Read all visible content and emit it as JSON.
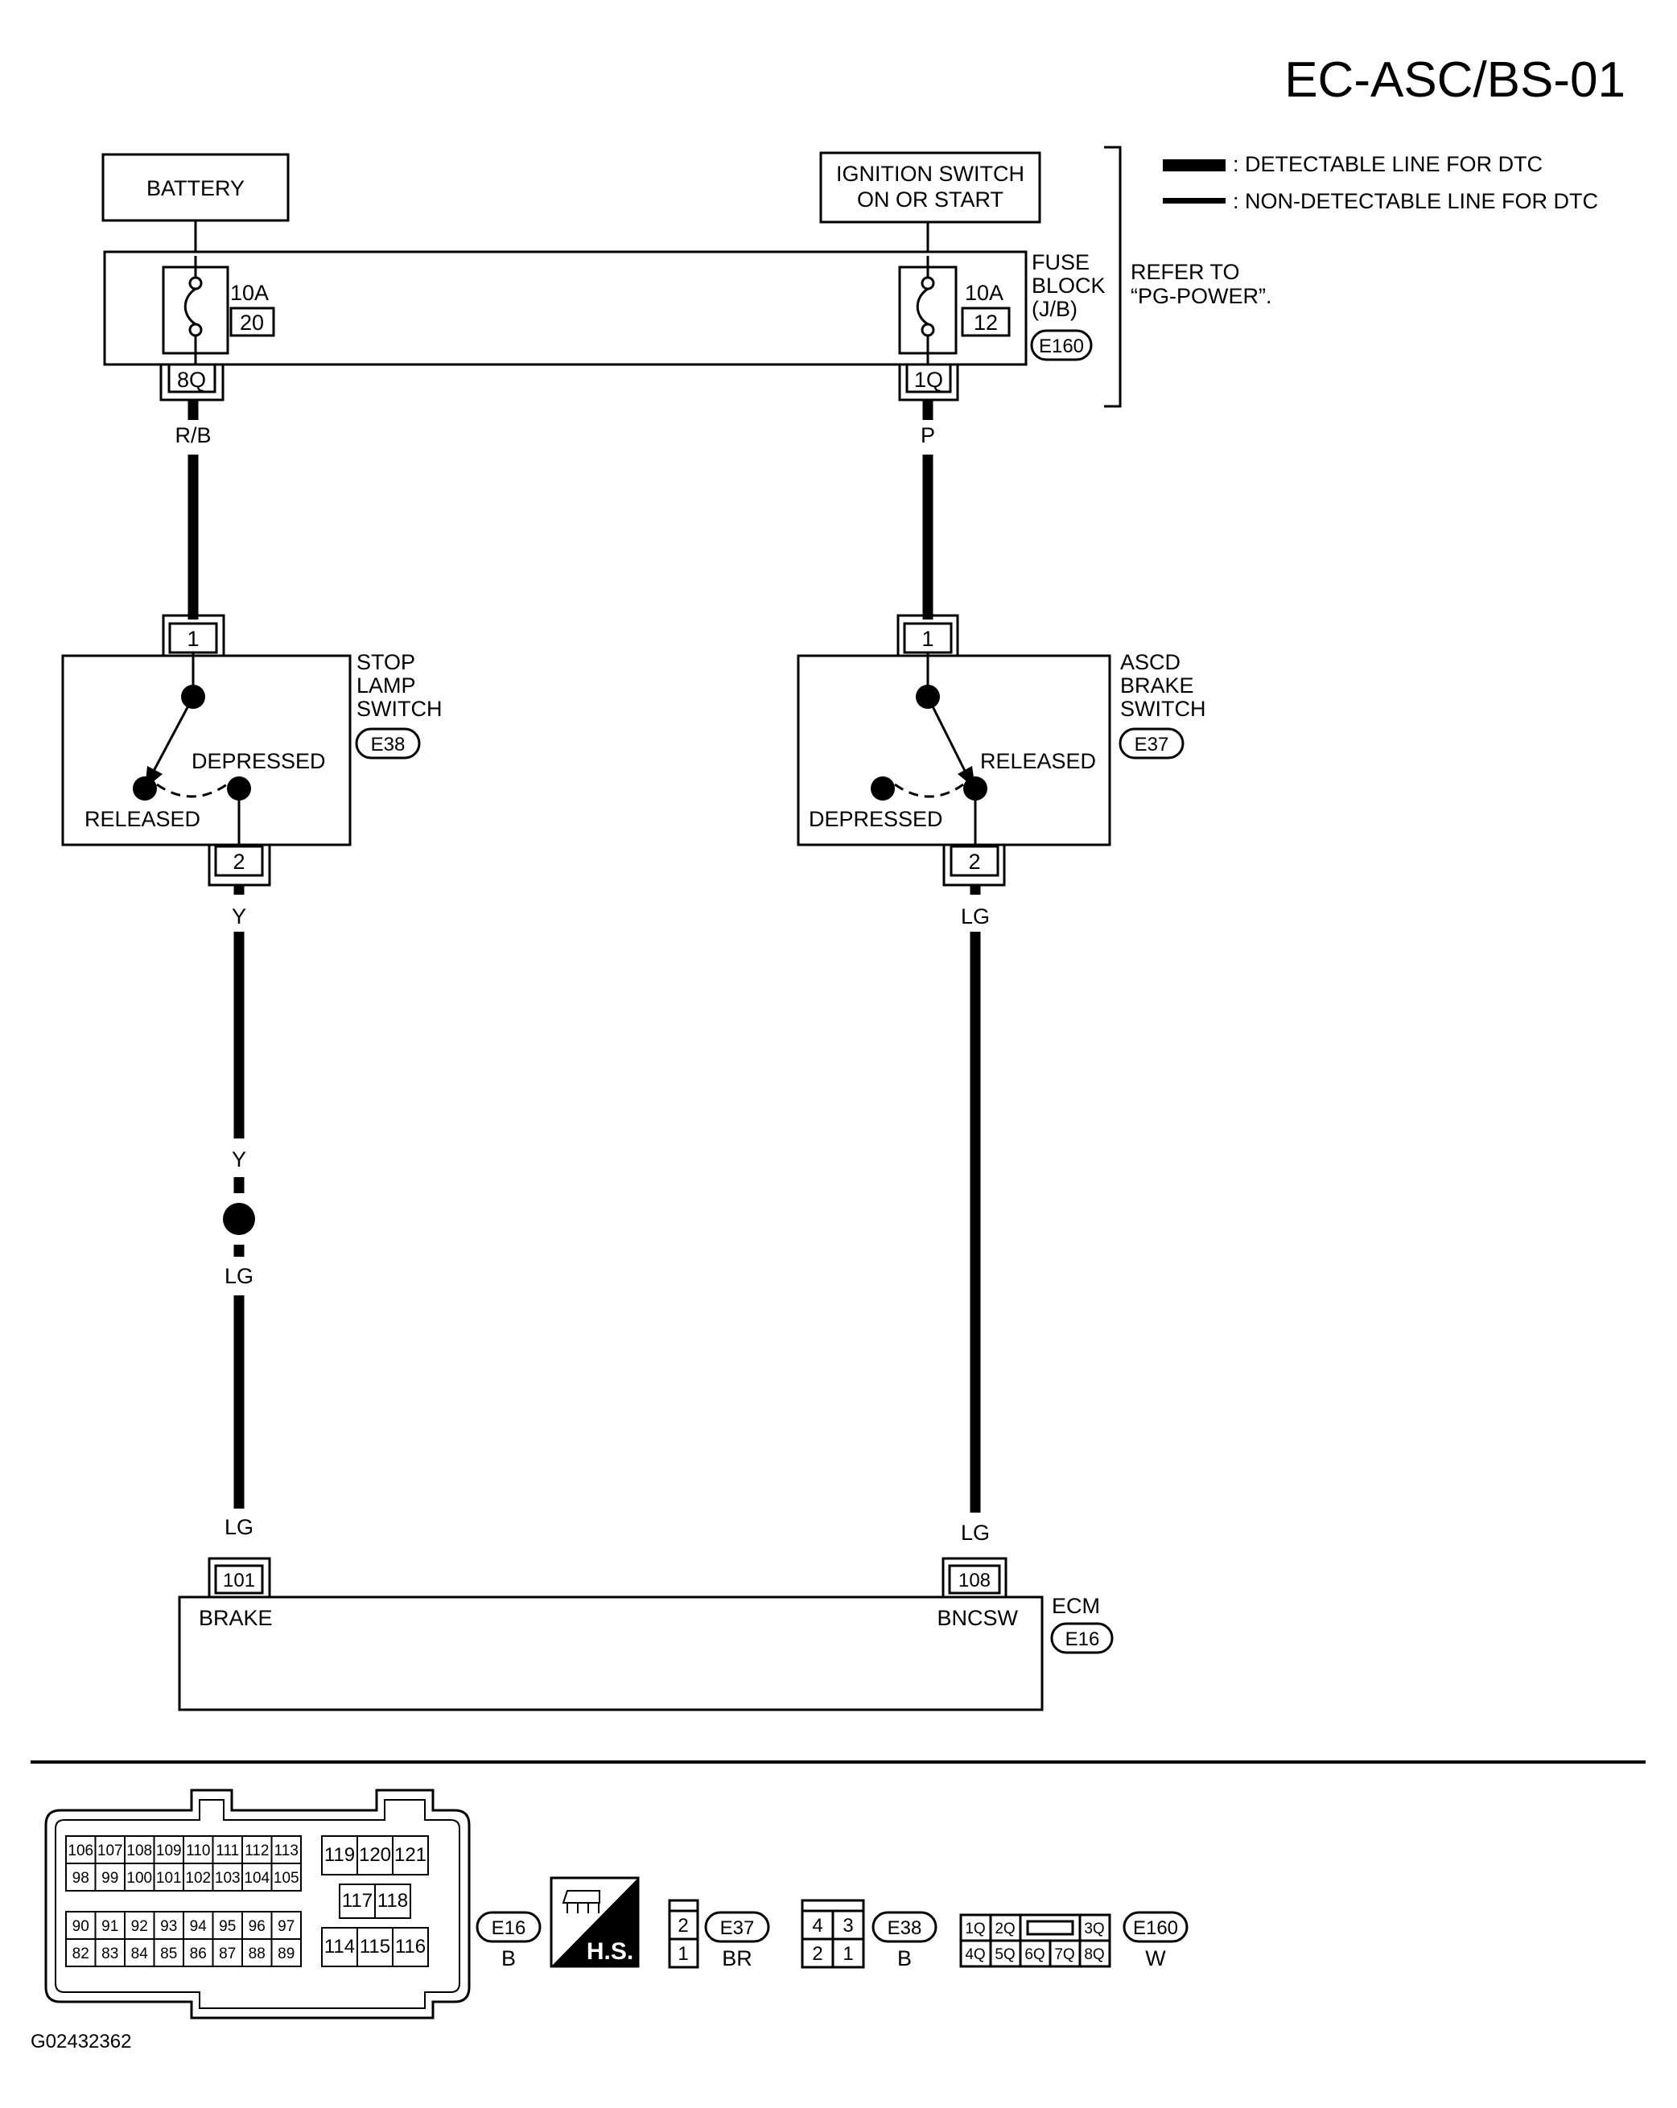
{
  "page": {
    "code": "EC-ASC/BS-01",
    "figure_id": "G02432362"
  },
  "legend": {
    "detectable": ": DETECTABLE LINE FOR DTC",
    "non_detectable": ": NON-DETECTABLE LINE FOR DTC"
  },
  "power": {
    "battery": "BATTERY",
    "ignition_line1": "IGNITION SWITCH",
    "ignition_line2": "ON OR START",
    "refer_line1": "REFER TO",
    "refer_line2": "“PG-POWER”."
  },
  "fuse_block": {
    "label_line1": "FUSE",
    "label_line2": "BLOCK",
    "label_line3": "(J/B)",
    "connector": "E160",
    "fuse_left_rating": "10A",
    "fuse_left_number": "20",
    "fuse_right_rating": "10A",
    "fuse_right_number": "12",
    "terminal_left": "8Q",
    "terminal_right": "1Q"
  },
  "wires": {
    "rb": "R/B",
    "p": "P",
    "y_top": "Y",
    "y_mid": "Y",
    "lg_left_mid": "LG",
    "lg_left_bot": "LG",
    "lg_right_top": "LG",
    "lg_right_bot": "LG"
  },
  "stop_lamp_switch": {
    "label_line1": "STOP",
    "label_line2": "LAMP",
    "label_line3": "SWITCH",
    "connector": "E38",
    "terminal_top": "1",
    "terminal_bottom": "2",
    "state_depressed": "DEPRESSED",
    "state_released": "RELEASED"
  },
  "ascd_brake_switch": {
    "label_line1": "ASCD",
    "label_line2": "BRAKE",
    "label_line3": "SWITCH",
    "connector": "E37",
    "terminal_top": "1",
    "terminal_bottom": "2",
    "state_released": "RELEASED",
    "state_depressed": "DEPRESSED"
  },
  "ecm": {
    "label": "ECM",
    "connector": "E16",
    "terminal_brake": "101",
    "terminal_bncsw": "108",
    "pin_brake": "BRAKE",
    "pin_bncsw": "BNCSW"
  },
  "connectors": {
    "e16": {
      "id": "E16",
      "color": "B",
      "row1": [
        "106",
        "107",
        "108",
        "109",
        "110",
        "111",
        "112",
        "113"
      ],
      "row2": [
        "98",
        "99",
        "100",
        "101",
        "102",
        "103",
        "104",
        "105"
      ],
      "row3": [
        "90",
        "91",
        "92",
        "93",
        "94",
        "95",
        "96",
        "97"
      ],
      "row4": [
        "82",
        "83",
        "84",
        "85",
        "86",
        "87",
        "88",
        "89"
      ],
      "mid_top": [
        "119",
        "120",
        "121"
      ],
      "mid_center": [
        "117",
        "118"
      ],
      "mid_bottom": [
        "114",
        "115",
        "116"
      ]
    },
    "hs": "H.S.",
    "e37": {
      "id": "E37",
      "color": "BR",
      "pins": [
        "2",
        "1"
      ]
    },
    "e38": {
      "id": "E38",
      "color": "B",
      "pins": [
        "4",
        "3",
        "2",
        "1"
      ]
    },
    "e160": {
      "id": "E160",
      "color": "W",
      "top": [
        "1Q",
        "2Q",
        "3Q"
      ],
      "bottom": [
        "4Q",
        "5Q",
        "6Q",
        "7Q",
        "8Q"
      ]
    }
  }
}
